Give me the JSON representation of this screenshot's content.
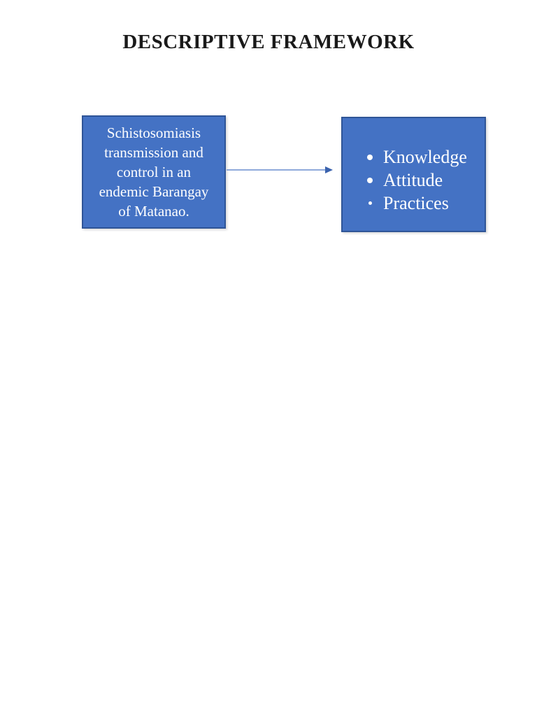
{
  "page": {
    "title": "DESCRIPTIVE FRAMEWORK"
  },
  "diagram": {
    "left_box": {
      "lines": [
        "Schistosomiasis",
        "transmission and",
        "control in an",
        "endemic Barangay",
        "of Matanao."
      ]
    },
    "arrow": {
      "direction": "right"
    },
    "right_box": {
      "items": [
        "Knowledge",
        "Attitude",
        "Practices"
      ]
    }
  },
  "colors": {
    "page_bg": "#FFFFFF",
    "title_text": "#1A1A1A",
    "box_fill": "#4472C4",
    "box_border": "#2F5597",
    "box_text": "#FFFFFF",
    "arrow_line": "#8FAADB",
    "arrow_head": "#3A62AD"
  }
}
